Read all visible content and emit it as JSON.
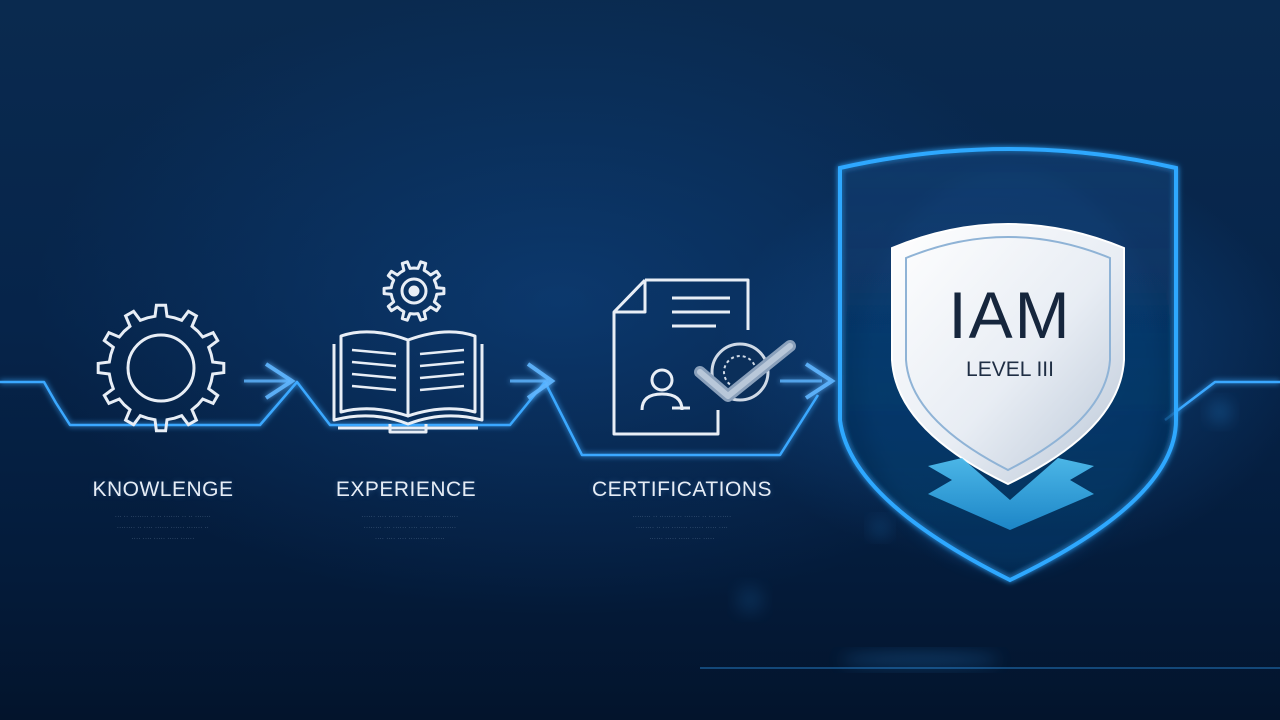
{
  "colors": {
    "background": "#06244a",
    "glow_line": "#3aa8ff",
    "icon_stroke": "#e8eef6",
    "badge_face": "#eef2f7",
    "badge_text": "#16263d",
    "ribbon": "#2ea8e6"
  },
  "steps": [
    {
      "label": "KNOWLENGE",
      "icon": "gear-icon",
      "caption": [
        "··· ·· ········ ·· ·· ······· ·· ·· ·······",
        "········ ·· ···· ······ ······ ······· ··",
        "···· ···· ····· ····· ······"
      ]
    },
    {
      "label": "EXPERIENCE",
      "icon": "book-gear-icon",
      "caption": [
        "······ ···· ····· ······ ·· ······· ·······",
        "········ ··· ······ ···· ······ ·········",
        "···· ···· ···· ········· ······"
      ]
    },
    {
      "label": "CERTIFICATIONS",
      "icon": "certificate-check-icon",
      "caption": [
        "········ ·· ······· ·· ······· ·· ··· ······",
        "········ ·· ··· ······· ······ ····· ····",
        "······ ····· ····· ···· ·····"
      ]
    }
  ],
  "badge": {
    "icon": "shield-icon",
    "title": "IAM",
    "subtitle": "LEVEL III"
  }
}
